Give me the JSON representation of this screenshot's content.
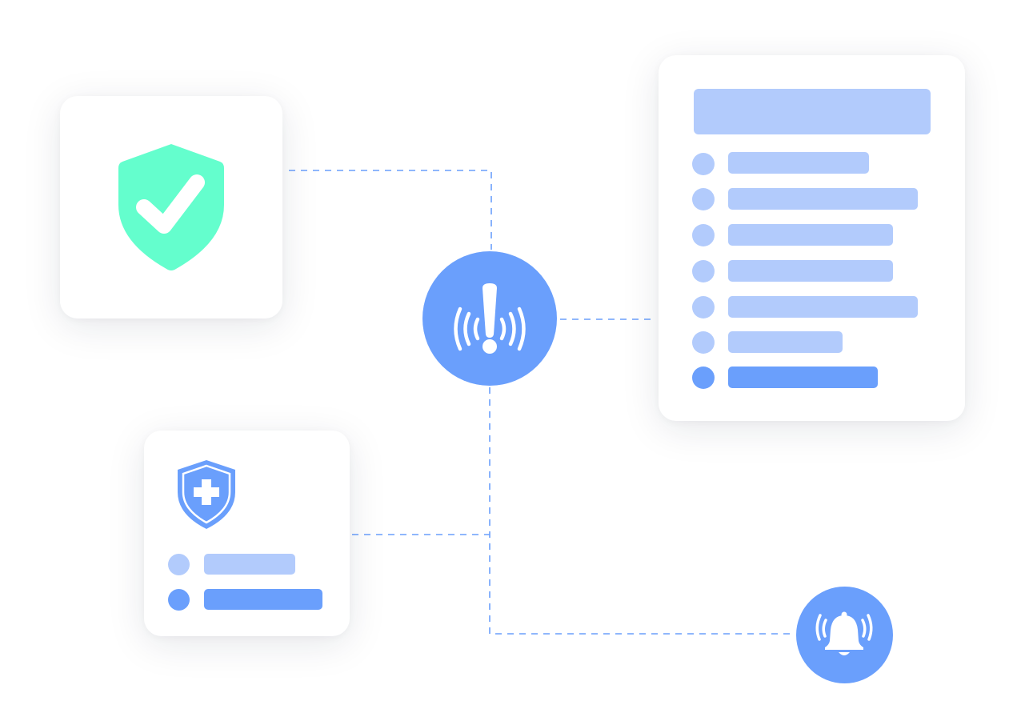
{
  "colors": {
    "accent": "#6a9ffc",
    "light": "#b2cbfc",
    "shield_green": "#64fecd",
    "connector": "#6a9ffc",
    "card": "#ffffff"
  },
  "icons": {
    "shield": "shield-check-icon",
    "health": "shield-cross-icon",
    "alert": "alert-signal-icon",
    "bell": "bell-ringing-icon"
  },
  "list_card": {
    "header_bar": "light",
    "rows": [
      {
        "state": "light"
      },
      {
        "state": "light"
      },
      {
        "state": "light"
      },
      {
        "state": "light"
      },
      {
        "state": "light"
      },
      {
        "state": "light"
      },
      {
        "state": "accent"
      }
    ]
  },
  "health_card": {
    "rows": [
      {
        "state": "light"
      },
      {
        "state": "accent"
      }
    ]
  }
}
